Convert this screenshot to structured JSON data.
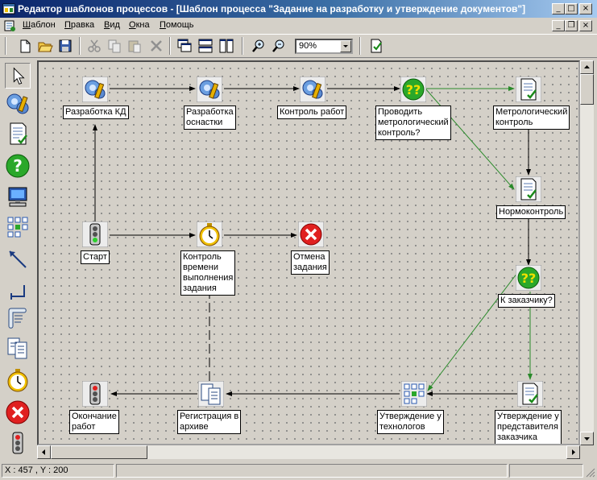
{
  "window": {
    "title": "Редактор шаблонов процессов - [Шаблон процесса  \"Задание на разработку и утверждение документов\"]",
    "minimize_glyph": "_",
    "maximize_glyph": "□",
    "close_glyph": "×",
    "restore_glyph": "❐"
  },
  "menu": [
    "Шаблон",
    "Правка",
    "Вид",
    "Окна",
    "Помощь"
  ],
  "toolbar": {
    "zoom_value": "90%"
  },
  "nodes": {
    "razrabotka_kd": "Разработка КД",
    "razrabotka_osnastki": "Разработка\nоснастки",
    "kontrol_rabot": "Контроль работ",
    "provodit_metr": "Проводить\nметрологический\nконтроль?",
    "metr_kontrol": "Метрологический\nконтроль",
    "normokontrol": "Нормоконтроль",
    "start": "Старт",
    "kontrol_vremeni": "Контроль\nвремени\nвыполнения\nзадания",
    "otmena": "Отмена\nзадания",
    "k_zakazchiku": "К заказчику?",
    "okonchanie": "Окончание\nработ",
    "registraciya": "Регистрация в\nархиве",
    "utv_tehnologov": "Утверждение у\nтехнологов",
    "utv_predstavitelya": "Утверждение у\nпредставителя\nзаказчика"
  },
  "status": {
    "coords": "X : 457 , Y : 200"
  },
  "colors": {
    "title_start": "#0a246a",
    "title_end": "#a6caf0",
    "green_link": "#2a8a2a"
  }
}
